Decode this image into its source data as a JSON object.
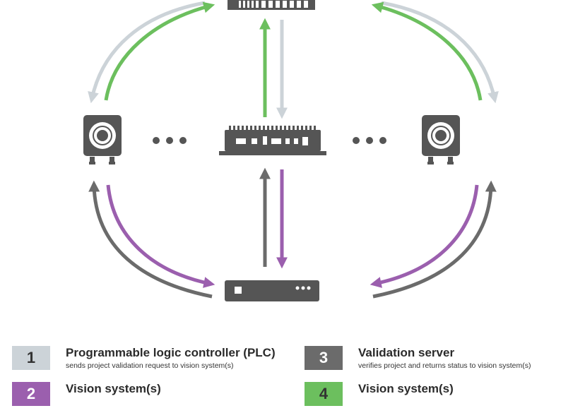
{
  "colors": {
    "plc": "#ccd3d8",
    "vision": "#9b5fae",
    "server": "#6b6b6b",
    "pass": "#6cbf5e",
    "device": "#555555"
  },
  "diagram": {
    "ellipsis_left": "• • •",
    "ellipsis_right": "• • •"
  },
  "legend": [
    {
      "num": "1",
      "title": "Programmable logic controller (PLC)",
      "desc": "sends project validation request to vision system(s)",
      "color": "plc",
      "num_color": "#333333"
    },
    {
      "num": "2",
      "title": "Vision system(s)",
      "desc": "",
      "color": "vision",
      "num_color": "#ffffff"
    },
    {
      "num": "3",
      "title": "Validation server",
      "desc": "verifies project and returns status to vision system(s)",
      "color": "server",
      "num_color": "#ffffff"
    },
    {
      "num": "4",
      "title": "Vision system(s)",
      "desc": "",
      "color": "pass",
      "num_color": "#333333"
    }
  ]
}
